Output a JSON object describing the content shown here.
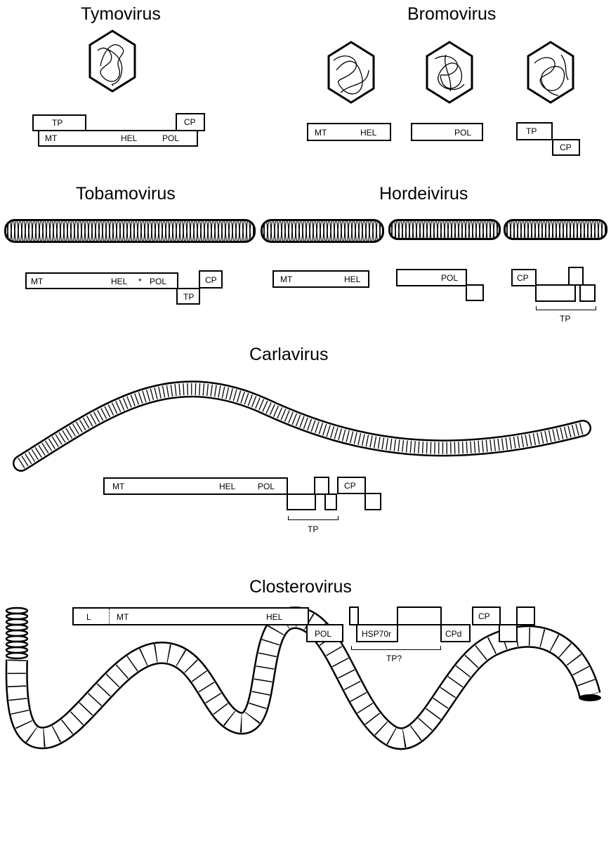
{
  "tymovirus": {
    "title": "Tymovirus",
    "labels": {
      "tp": "TP",
      "cp": "CP",
      "mt": "MT",
      "hel": "HEL",
      "pol": "POL"
    }
  },
  "bromovirus": {
    "title": "Bromovirus",
    "labels": {
      "mt": "MT",
      "hel": "HEL",
      "pol": "POL",
      "tp": "TP",
      "cp": "CP"
    }
  },
  "tobamovirus": {
    "title": "Tobamovirus",
    "labels": {
      "mt": "MT",
      "hel": "HEL",
      "star": "*",
      "pol": "POL",
      "cp": "CP",
      "tp": "TP"
    }
  },
  "hordeivirus": {
    "title": "Hordeivirus",
    "labels": {
      "mt": "MT",
      "hel": "HEL",
      "pol": "POL",
      "cp": "CP",
      "tp": "TP"
    }
  },
  "carlavirus": {
    "title": "Carlavirus",
    "labels": {
      "mt": "MT",
      "hel": "HEL",
      "pol": "POL",
      "cp": "CP",
      "tp": "TP"
    }
  },
  "closterovirus": {
    "title": "Closterovirus",
    "labels": {
      "l": "L",
      "mt": "MT",
      "hel": "HEL",
      "pol": "POL",
      "hsp": "HSP70r",
      "cpd": "CPd",
      "cp": "CP",
      "tp": "TP?"
    }
  }
}
